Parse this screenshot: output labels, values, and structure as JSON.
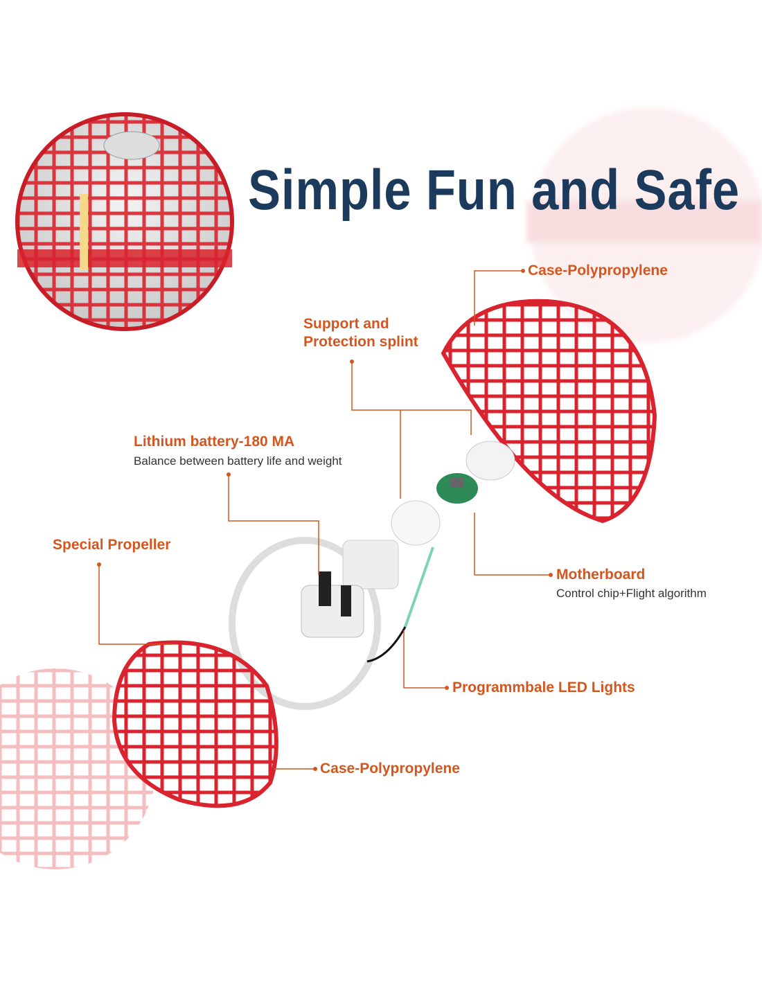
{
  "title": "Simple Fun and Safe",
  "labels": {
    "case_top": "Case-Polypropylene",
    "support_line1": "Support and",
    "support_line2": "Protection splint",
    "battery": "Lithium battery-180 MA",
    "battery_desc": "Balance between battery life and weight",
    "propeller": "Special Propeller",
    "motherboard": "Motherboard",
    "motherboard_desc": "Control chip+Flight algorithm",
    "led": "Programmbale LED Lights",
    "case_bottom": "Case-Polypropylene"
  },
  "colors": {
    "title": "#1b3a5c",
    "label": "#d4561f",
    "case": "#d9232e",
    "leader": "#d4561f"
  }
}
